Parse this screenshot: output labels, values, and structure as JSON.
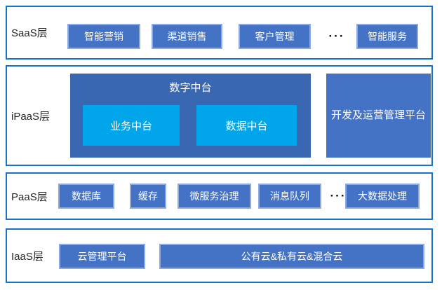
{
  "diagram": {
    "title": "cloud-layered-architecture",
    "colors": {
      "band_border": "#1673c8",
      "chip_fill": "#4472c4",
      "chip_outline": "#8faadc",
      "container_fill": "#3a67b1",
      "inner_chip_fill": "#00a6e9",
      "chip_text": "#ffffff",
      "label_text": "#262626"
    },
    "layers": {
      "saas": {
        "label": "SaaS层",
        "items": [
          "智能营销",
          "渠道销售",
          "客户管理",
          "智能服务"
        ],
        "ellipsis": "···"
      },
      "ipaas": {
        "label": "iPaaS层",
        "digital_platform": {
          "title": "数字中台",
          "children": [
            "业务中台",
            "数据中台"
          ]
        },
        "devops_platform": "开发及运营管理平台"
      },
      "paas": {
        "label": "PaaS层",
        "items": [
          "数据库",
          "缓存",
          "微服务治理",
          "消息队列",
          "大数据处理"
        ],
        "ellipsis": "···"
      },
      "iaas": {
        "label": "IaaS层",
        "items": [
          "云管理平台",
          "公有云&私有云&混合云"
        ]
      }
    }
  }
}
